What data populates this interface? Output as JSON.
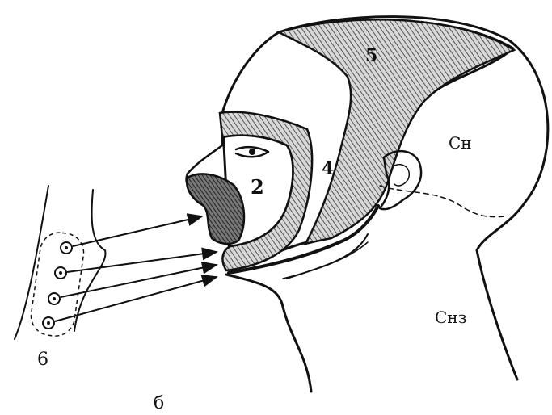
{
  "figure": {
    "caption": "б",
    "labels": {
      "region_5": "5",
      "region_4": "4",
      "region_2": "2",
      "strip_6": "6",
      "c_n": "Сн",
      "c_nz": "Снз"
    },
    "electrode_count": 4,
    "colors": {
      "ink": "#111111",
      "hatch": "#7a7a7a",
      "paper": "#ffffff"
    }
  }
}
